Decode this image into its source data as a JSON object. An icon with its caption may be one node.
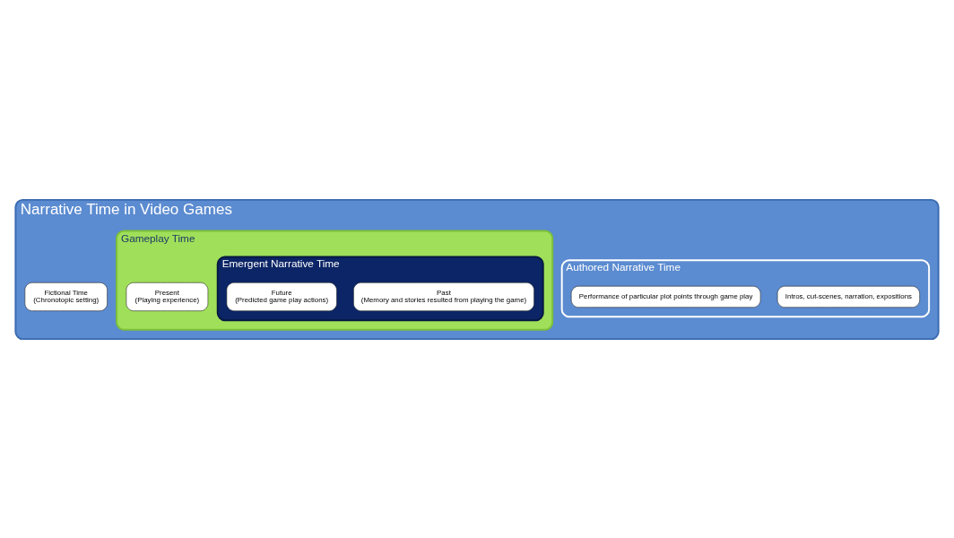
{
  "diagram": {
    "nodes": [
      {
        "text": [
          "Narrative Time in Video Games"
        ]
      },
      {
        "text": [
          "Authored Narrative Time"
        ],
        "in": 0
      },
      {
        "text": [
          "Intros, cut-scenes, narration, expositions"
        ],
        "in": 1
      },
      {
        "text": [
          "Performance of particular plot points through game play"
        ],
        "in": 1
      },
      {
        "text": [
          "Fictional Time",
          "(Chronotopic setting)"
        ],
        "in": 0
      },
      {
        "text": [
          "Gameplay Time"
        ],
        "in": 0
      },
      {
        "text": [
          "Present",
          "(Playing experience)"
        ],
        "in": 5
      },
      {
        "text": [
          "Emergent Narrative Time"
        ],
        "in": 5
      },
      {
        "text": [
          "Past",
          "(Memory and stories resulted from playing the game)"
        ],
        "in": 7
      },
      {
        "text": [
          "Future",
          "(Predicted game play actions)"
        ],
        "in": 7
      }
    ]
  }
}
